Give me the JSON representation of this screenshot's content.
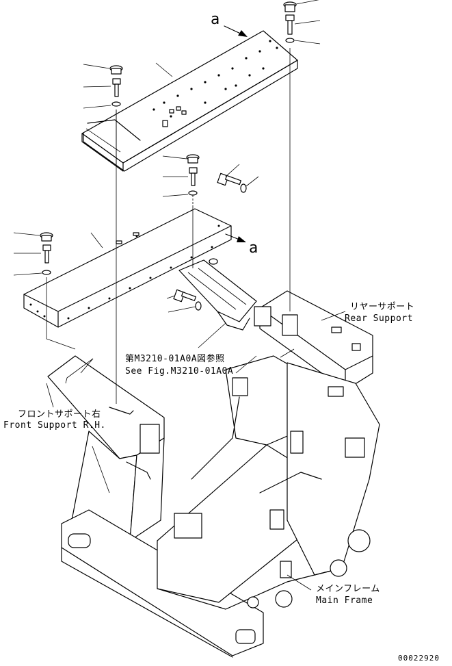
{
  "callouts": {
    "view_a_top": "a",
    "view_a_mid": "a"
  },
  "labels": {
    "rear_support_jp": "リヤーサポート",
    "rear_support_en": "Rear Support",
    "see_fig_jp": "第M3210-01A0A図参照",
    "see_fig_en": "See Fig.M3210-01A0A",
    "front_support_jp": "フロントサポート右",
    "front_support_en": "Front Support R.H.",
    "main_frame_jp": "メインフレーム",
    "main_frame_en": "Main Frame"
  },
  "document_number": "00022920"
}
